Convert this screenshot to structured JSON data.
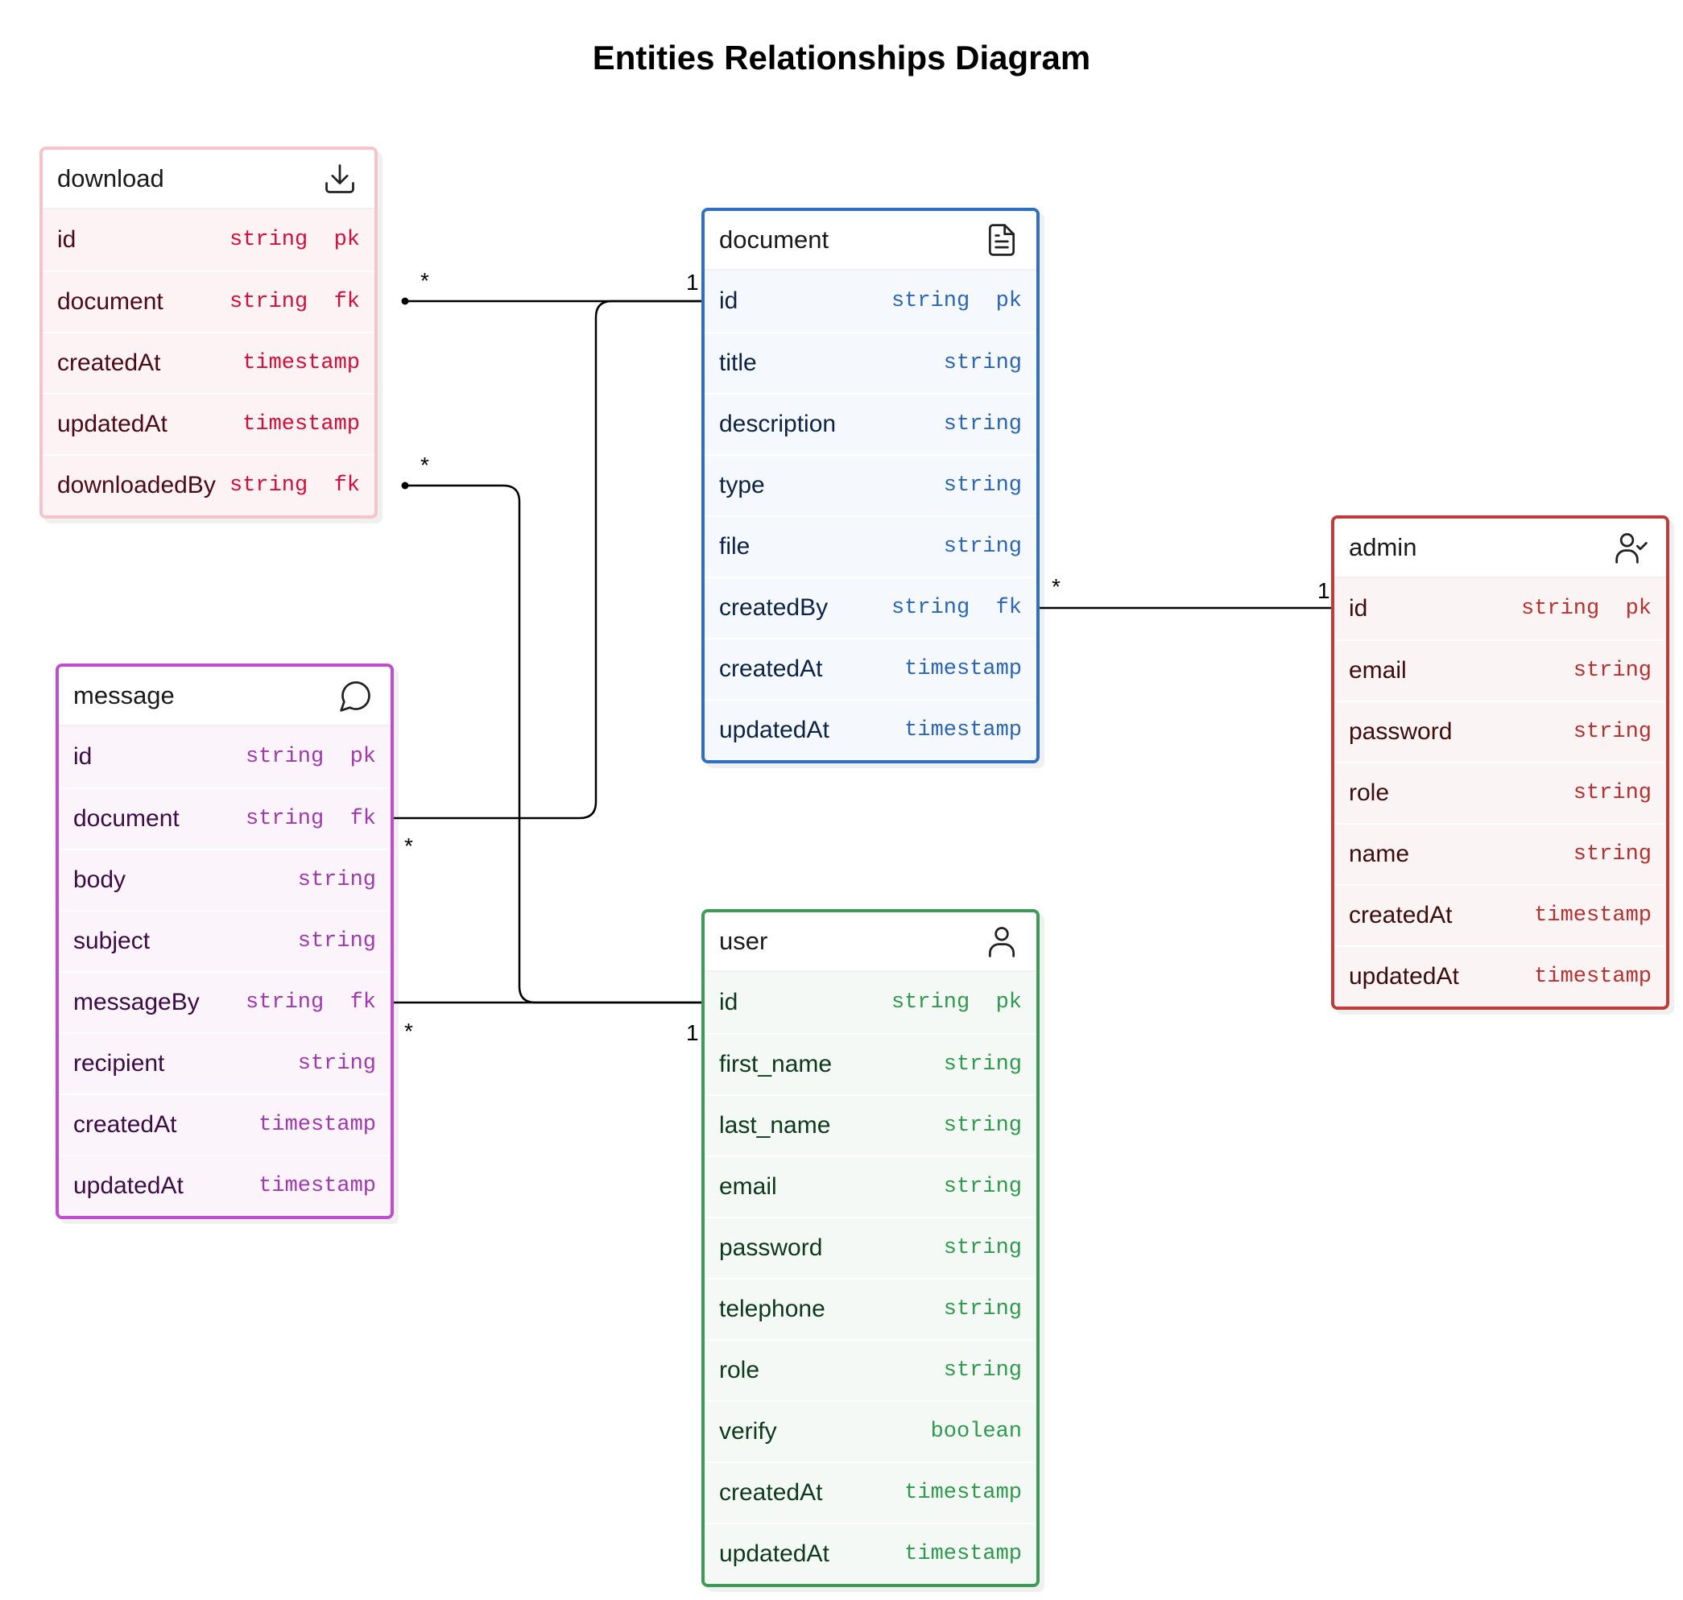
{
  "title": "Entities Relationships Diagram",
  "entities": {
    "download": {
      "name": "download",
      "icon": "download-icon",
      "fields": [
        {
          "name": "id",
          "type": "string  pk"
        },
        {
          "name": "document",
          "type": "string  fk"
        },
        {
          "name": "createdAt",
          "type": "timestamp"
        },
        {
          "name": "updatedAt",
          "type": "timestamp"
        },
        {
          "name": "downloadedBy",
          "type": "string  fk"
        }
      ]
    },
    "document": {
      "name": "document",
      "icon": "file-text-icon",
      "fields": [
        {
          "name": "id",
          "type": "string  pk"
        },
        {
          "name": "title",
          "type": "string"
        },
        {
          "name": "description",
          "type": "string"
        },
        {
          "name": "type",
          "type": "string"
        },
        {
          "name": "file",
          "type": "string"
        },
        {
          "name": "createdBy",
          "type": "string  fk"
        },
        {
          "name": "createdAt",
          "type": "timestamp"
        },
        {
          "name": "updatedAt",
          "type": "timestamp"
        }
      ]
    },
    "message": {
      "name": "message",
      "icon": "chat-bubble-icon",
      "fields": [
        {
          "name": "id",
          "type": "string  pk"
        },
        {
          "name": "document",
          "type": "string  fk"
        },
        {
          "name": "body",
          "type": "string"
        },
        {
          "name": "subject",
          "type": "string"
        },
        {
          "name": "messageBy",
          "type": "string  fk"
        },
        {
          "name": "recipient",
          "type": "string"
        },
        {
          "name": "createdAt",
          "type": "timestamp"
        },
        {
          "name": "updatedAt",
          "type": "timestamp"
        }
      ]
    },
    "user": {
      "name": "user",
      "icon": "user-icon",
      "fields": [
        {
          "name": "id",
          "type": "string  pk"
        },
        {
          "name": "first_name",
          "type": "string"
        },
        {
          "name": "last_name",
          "type": "string"
        },
        {
          "name": "email",
          "type": "string"
        },
        {
          "name": "password",
          "type": "string"
        },
        {
          "name": "telephone",
          "type": "string"
        },
        {
          "name": "role",
          "type": "string"
        },
        {
          "name": "verify",
          "type": "boolean"
        },
        {
          "name": "createdAt",
          "type": "timestamp"
        },
        {
          "name": "updatedAt",
          "type": "timestamp"
        }
      ]
    },
    "admin": {
      "name": "admin",
      "icon": "user-check-icon",
      "fields": [
        {
          "name": "id",
          "type": "string  pk"
        },
        {
          "name": "email",
          "type": "string"
        },
        {
          "name": "password",
          "type": "string"
        },
        {
          "name": "role",
          "type": "string"
        },
        {
          "name": "name",
          "type": "string"
        },
        {
          "name": "createdAt",
          "type": "timestamp"
        },
        {
          "name": "updatedAt",
          "type": "timestamp"
        }
      ]
    }
  },
  "relationships": [
    {
      "from": "download.document",
      "to": "document.id",
      "from_card": "*",
      "to_card": "1"
    },
    {
      "from": "message.document",
      "to": "document.id",
      "from_card": "*",
      "to_card": "1"
    },
    {
      "from": "download.downloadedBy",
      "to": "user.id",
      "from_card": "*",
      "to_card": "1"
    },
    {
      "from": "message.messageBy",
      "to": "user.id",
      "from_card": "*",
      "to_card": "1"
    },
    {
      "from": "document.createdBy",
      "to": "admin.id",
      "from_card": "*",
      "to_card": "1"
    }
  ]
}
